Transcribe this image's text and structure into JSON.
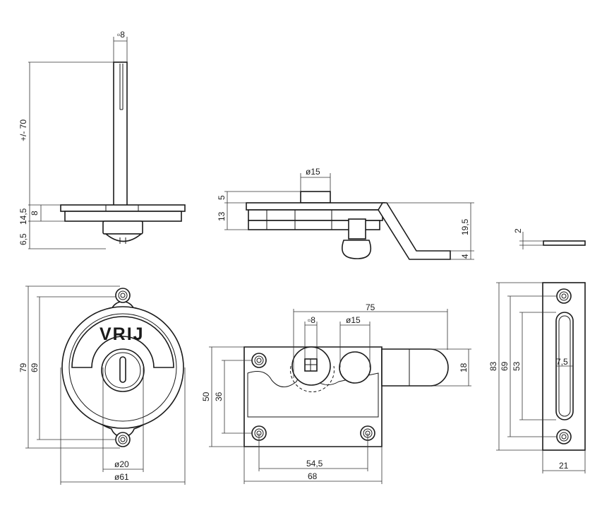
{
  "views": {
    "spindle_side": {
      "square_label": "▫8",
      "height_label": "+/- 70",
      "plate_total_label": "14,5",
      "plate_label": "8",
      "knob_label": "6,5"
    },
    "latch_side": {
      "bolt_diameter_label": "ø15",
      "top_label": "5",
      "body_label": "13",
      "offset_label": "19,5",
      "foot_label": "4"
    },
    "strip_side": {
      "thickness_label": "2"
    },
    "indicator_front": {
      "sign_text": "VRIJ",
      "outer_height_label": "79",
      "hole_pitch_label": "69",
      "inner_diameter_label": "ø20",
      "outer_diameter_label": "ø61"
    },
    "latch_front": {
      "total_width_label": "75",
      "square_label": "▫8",
      "bolt_diameter_label": "ø15",
      "bolt_height_label": "18",
      "height_label": "50",
      "hole_pitch_v_label": "36",
      "hole_pitch_h_label": "54,5",
      "width_label": "68"
    },
    "keeper_front": {
      "height_label": "83",
      "hole_pitch_label": "69",
      "slot_length_label": "53",
      "slot_width_label": "7,5",
      "width_label": "21"
    }
  }
}
